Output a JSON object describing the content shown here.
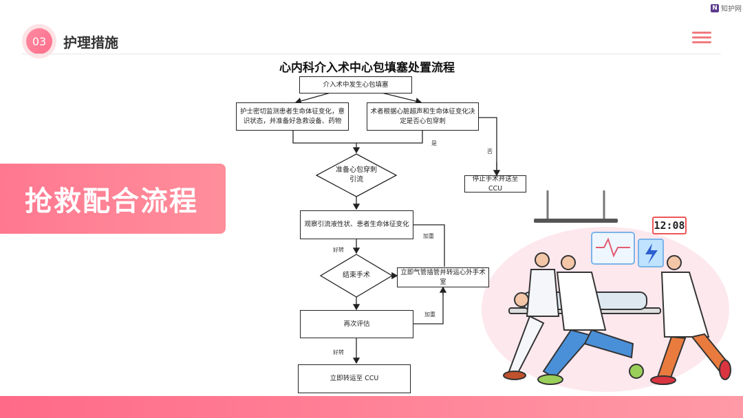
{
  "brand": {
    "logo": "N",
    "name": "知护网"
  },
  "section": {
    "number": "03",
    "title": "护理措施"
  },
  "left_label": "抢救配合流程",
  "flow": {
    "title": "心内科介入术中心包填塞处置流程",
    "start": "介入术中发生心包填塞",
    "nurse_box": "护士密切监测患者生命体征变化，意识状态，并准备好急救设备、药物",
    "surgeon_box": "术者根据心脏超声和生命体征变化决定是否心包穿刺",
    "label_yes": "是",
    "label_no": "否",
    "stop_box": "停止手术并送至 CCU",
    "diamond1": "准备心包穿刺引流",
    "observe_box": "观察引流液性状、患者生命体征变化",
    "label_worse1": "加重",
    "label_better1": "好转",
    "diamond2": "结束手术",
    "intubate_box": "立即气管插管并转运心外手术室",
    "reeval_box": "再次评估",
    "label_worse2": "加重",
    "label_better2": "好转",
    "ccu_box": "立即转运至 CCU"
  },
  "illustration": {
    "clock_text": "12:08",
    "description_icon": "emergency-medical-team-illustration"
  },
  "colors": {
    "accent": "#ff7890",
    "menu": "#f07a80",
    "bottom_bar_start": "#ff6a88",
    "bottom_bar_end": "#ff9aa6"
  }
}
